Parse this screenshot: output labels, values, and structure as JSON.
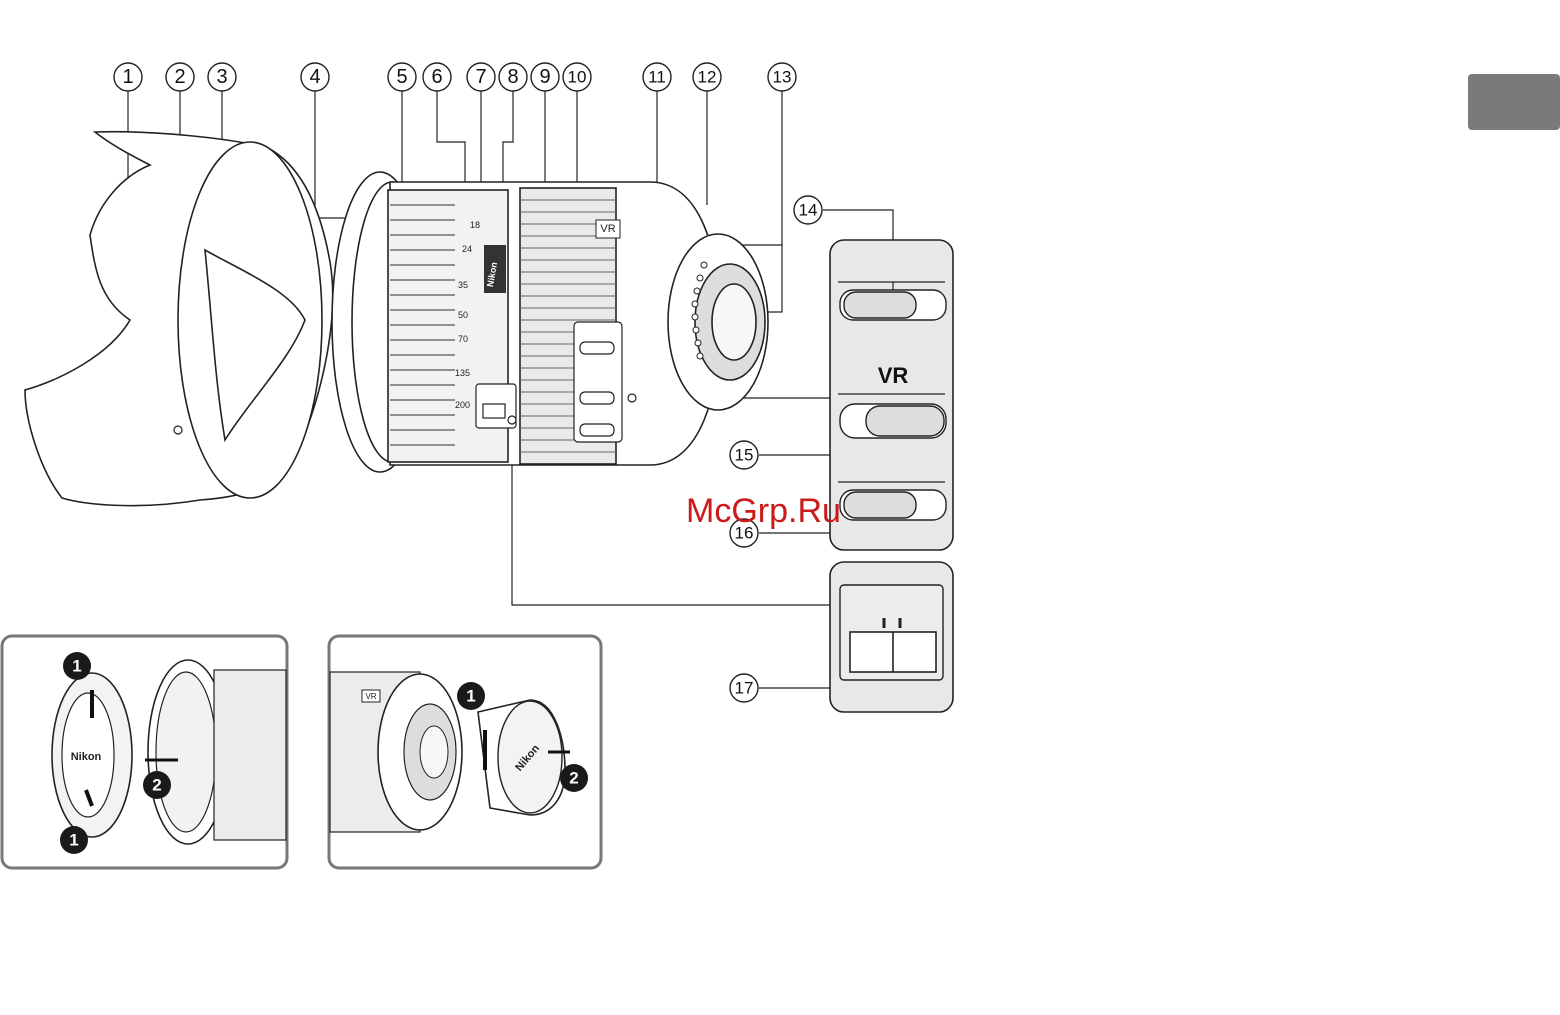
{
  "callouts": [
    "1",
    "2",
    "3",
    "4",
    "5",
    "6",
    "7",
    "8",
    "9",
    "10",
    "11",
    "12",
    "13",
    "14",
    "15",
    "16",
    "17"
  ],
  "lens": {
    "brand": "Nikon",
    "vr_mark": "VR",
    "zoom_scale": [
      "18",
      "24",
      "35",
      "50",
      "70",
      "135",
      "200"
    ]
  },
  "switch_panel": {
    "vr_heading": "VR"
  },
  "inset_front": {
    "steps": [
      "1",
      "2",
      "1"
    ],
    "cap_brand": "Nikon"
  },
  "inset_rear": {
    "steps": [
      "1",
      "2"
    ],
    "cap_brand": "Nikon",
    "vr_mark": "VR"
  },
  "watermark": "McGrp.Ru",
  "colors": {
    "line": "#222222",
    "panel_fill": "#e8e8e8",
    "tab": "#7a7a7a",
    "watermark": "#cc1a1a",
    "step_badge": "#1a1a1a",
    "inset_border": "#777777"
  }
}
